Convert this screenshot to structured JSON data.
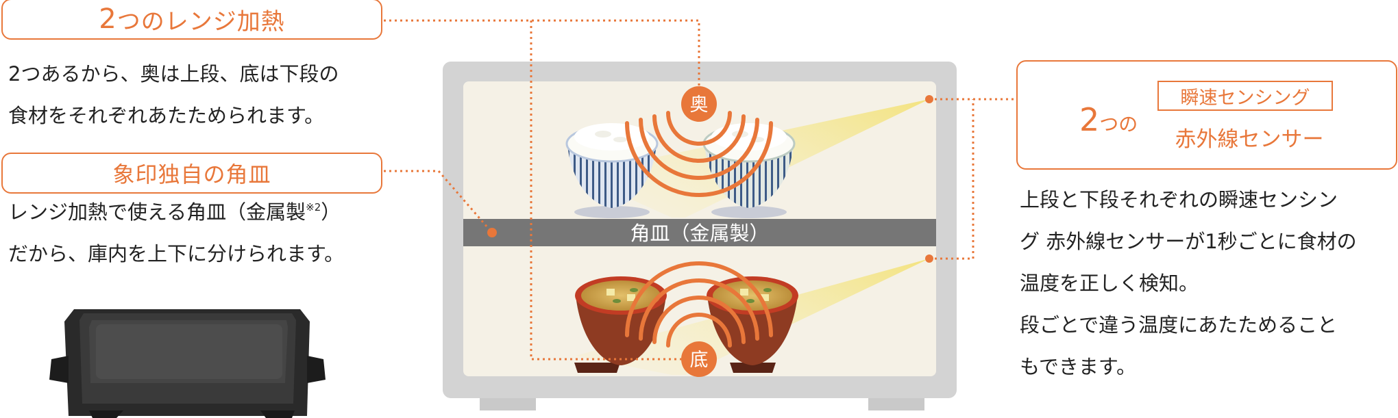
{
  "left": {
    "title1": {
      "prefix": "2",
      "rest": "つのレンジ加熱"
    },
    "desc1": [
      "2つあるから、奥は上段、底は下段の",
      "食材をそれぞれあたためられます。"
    ],
    "title2": "象印独自の角皿",
    "desc2": {
      "line1": "レンジ加熱で使える角皿（金属製",
      "note": "※2",
      "line1_end": "）",
      "line2": "だから、庫内を上下に分けられます。"
    }
  },
  "oven": {
    "shelf_label": "角皿（金属製）",
    "top_badge": "奥",
    "bottom_badge": "底"
  },
  "right": {
    "sensor": {
      "count": "2",
      "no": "つの",
      "tag": "瞬速センシング",
      "main": "赤外線センサー"
    },
    "desc": [
      "上段と下段それぞれの瞬速センシン",
      "グ 赤外線センサーが1秒ごとに食材の",
      "温度を正しく検知。",
      "段ごとで違う温度にあたためること",
      "もできます。"
    ]
  },
  "colors": {
    "accent": "#e8773a",
    "shelf": "#767676",
    "oven_frame": "#d3d3d3",
    "oven_inner": "#f5f1e6"
  }
}
